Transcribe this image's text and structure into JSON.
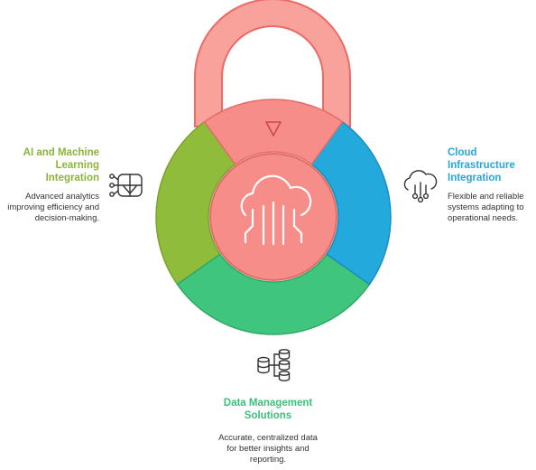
{
  "segments": {
    "ai": {
      "title": "AI and Machine Learning Integration",
      "description": "Advanced analytics improving efficiency and decision-making.",
      "color": "#8fbc3a",
      "icon": "ai-chip-icon"
    },
    "cloud": {
      "title": "Cloud Infrastructure Integration",
      "description": "Flexible and reliable systems adapting to operational needs.",
      "color": "#23a9dc",
      "icon": "cloud-network-icon"
    },
    "data": {
      "title": "Data Management Solutions",
      "description": "Accurate, centralized data for better insights and reporting.",
      "color": "#3fc57c",
      "icon": "database-icon"
    },
    "lock": {
      "color": "#f78d88",
      "center_icon": "cloud-circuit-icon",
      "marker_icon": "triangle-down-icon"
    }
  }
}
